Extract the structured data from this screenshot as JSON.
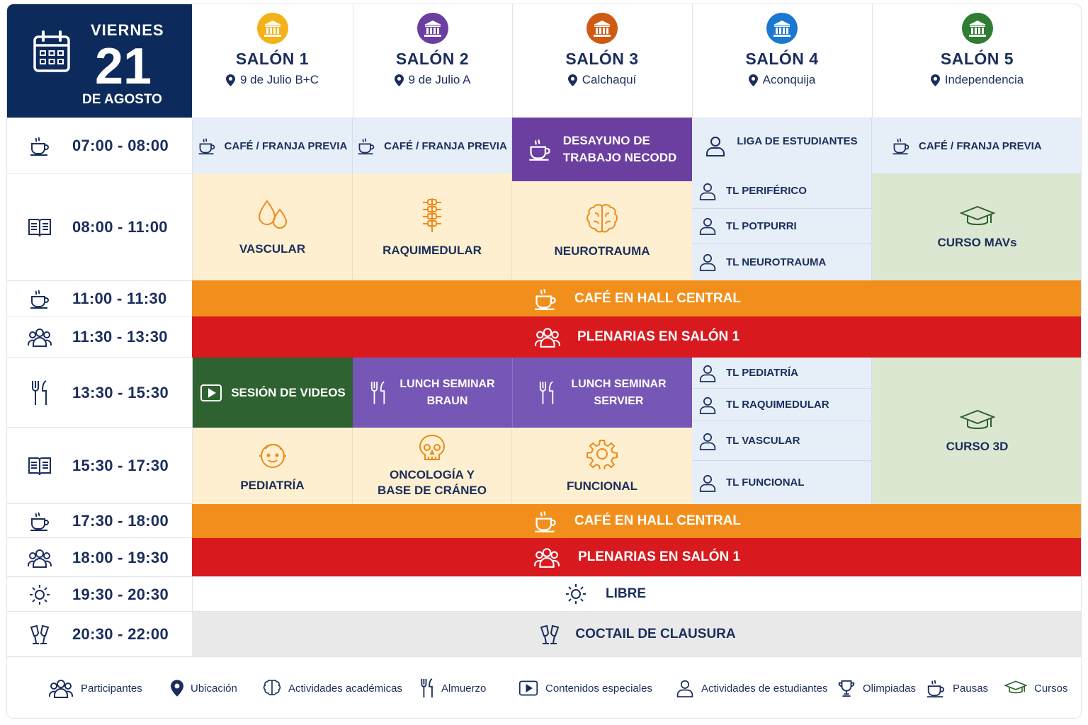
{
  "date": {
    "weekday": "VIERNES",
    "day": "21",
    "month": "DE AGOSTO"
  },
  "salons": [
    {
      "name": "SALÓN 1",
      "location": "9 de Julio B+C",
      "color": "#f4b21a"
    },
    {
      "name": "SALÓN 2",
      "location": "9 de Julio A",
      "color": "#6b3fa0"
    },
    {
      "name": "SALÓN 3",
      "location": "Calchaquí",
      "color": "#cf5a12"
    },
    {
      "name": "SALÓN 4",
      "location": "Aconquija",
      "color": "#1a78d2"
    },
    {
      "name": "SALÓN 5",
      "location": "Independencia",
      "color": "#2e7d32"
    }
  ],
  "times": [
    {
      "label": "07:00 - 08:00",
      "icon": "coffee-icon"
    },
    {
      "label": "08:00 - 11:00",
      "icon": "book-icon"
    },
    {
      "label": "11:00 - 11:30",
      "icon": "coffee-icon"
    },
    {
      "label": "11:30 - 13:30",
      "icon": "participants-icon"
    },
    {
      "label": "13:30 - 15:30",
      "icon": "cutlery-icon"
    },
    {
      "label": "15:30 - 17:30",
      "icon": "book-icon"
    },
    {
      "label": "17:30 - 18:00",
      "icon": "coffee-icon"
    },
    {
      "label": "18:00 - 19:30",
      "icon": "participants-icon"
    },
    {
      "label": "19:30 - 20:30",
      "icon": "sun-icon"
    },
    {
      "label": "20:30 - 22:00",
      "icon": "toast-icon"
    }
  ],
  "row1": {
    "s1": "CAFÉ / FRANJA PREVIA",
    "s2": "CAFÉ / FRANJA PREVIA",
    "s3_line1": "DESAYUNO DE",
    "s3_line2": "TRABAJO NECODD",
    "s4": "LIGA DE ESTUDIANTES",
    "s5": "CAFÉ / FRANJA PREVIA"
  },
  "row2": {
    "s1": "VASCULAR",
    "s2": "RAQUIMEDULAR",
    "s3": "NEUROTRAUMA",
    "s4": [
      "TL PERIFÉRICO",
      "TL POTPURRI",
      "TL NEUROTRAUMA"
    ],
    "s5": "CURSO MAVs"
  },
  "break1": "CAFÉ EN HALL CENTRAL",
  "plenary1": "PLENARIAS EN SALÓN 1",
  "row5": {
    "s1": "SESIÓN DE VIDEOS",
    "s2_line1": "LUNCH SEMINAR",
    "s2_line2": "BRAUN",
    "s3_line1": "LUNCH SEMINAR",
    "s3_line2": "SERVIER",
    "s4": [
      "TL PEDIATRÍA",
      "TL RAQUIMEDULAR",
      "TL VASCULAR",
      "TL FUNCIONAL"
    ],
    "s5": "CURSO 3D"
  },
  "row6": {
    "s1": "PEDIATRÍA",
    "s2_line1": "ONCOLOGÍA Y",
    "s2_line2": "BASE DE CRÁNEO",
    "s3": "FUNCIONAL"
  },
  "break2": "CAFÉ EN HALL CENTRAL",
  "plenary2": "PLENARIAS EN SALÓN 1",
  "free": "LIBRE",
  "closing": "COCTAIL DE CLAUSURA",
  "legend": [
    {
      "label": "Participantes",
      "icon": "participants-icon"
    },
    {
      "label": "Ubicación",
      "icon": "location-pin-icon"
    },
    {
      "label": "Actividades académicas",
      "icon": "brain-icon"
    },
    {
      "label": "Almuerzo",
      "icon": "cutlery-icon"
    },
    {
      "label": "Contenidos especiales",
      "icon": "play-icon"
    },
    {
      "label": "Actividades de estudiantes",
      "icon": "student-icon"
    },
    {
      "label": "Olimpiadas",
      "icon": "trophy-icon"
    },
    {
      "label": "Pausas",
      "icon": "coffee-icon"
    },
    {
      "label": "Cursos",
      "icon": "graduation-cap-icon"
    }
  ],
  "colors": {
    "navy": "#0c2a5b",
    "orange": "#f28f1c",
    "red": "#d8191e",
    "purple": "#6b3fa0",
    "lavender": "#7657b5",
    "dark_green": "#2e6230",
    "cream": "#fdefcf",
    "light_blue": "#e6eef8",
    "light_green": "#dce7d2",
    "icon_orange": "#ef8a1a"
  }
}
